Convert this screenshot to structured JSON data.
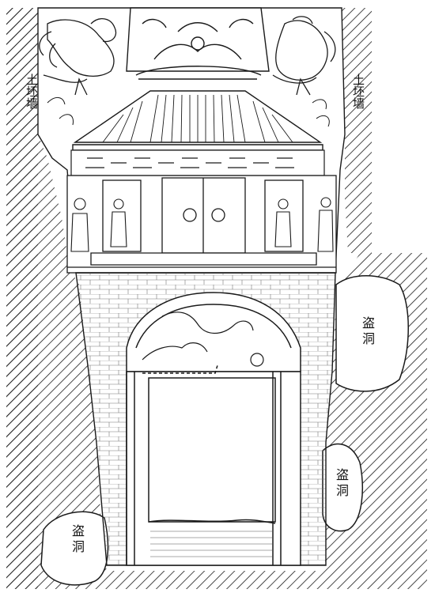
{
  "labels": {
    "earth_wall_left": "土坯墙",
    "earth_wall_right": "土坯墙",
    "robber_hole_right_upper": "盗洞",
    "robber_hole_right_lower": "盗洞",
    "robber_hole_left_lower": "盗洞"
  },
  "colors": {
    "line": "#1a1a1a",
    "paper": "#ffffff"
  }
}
